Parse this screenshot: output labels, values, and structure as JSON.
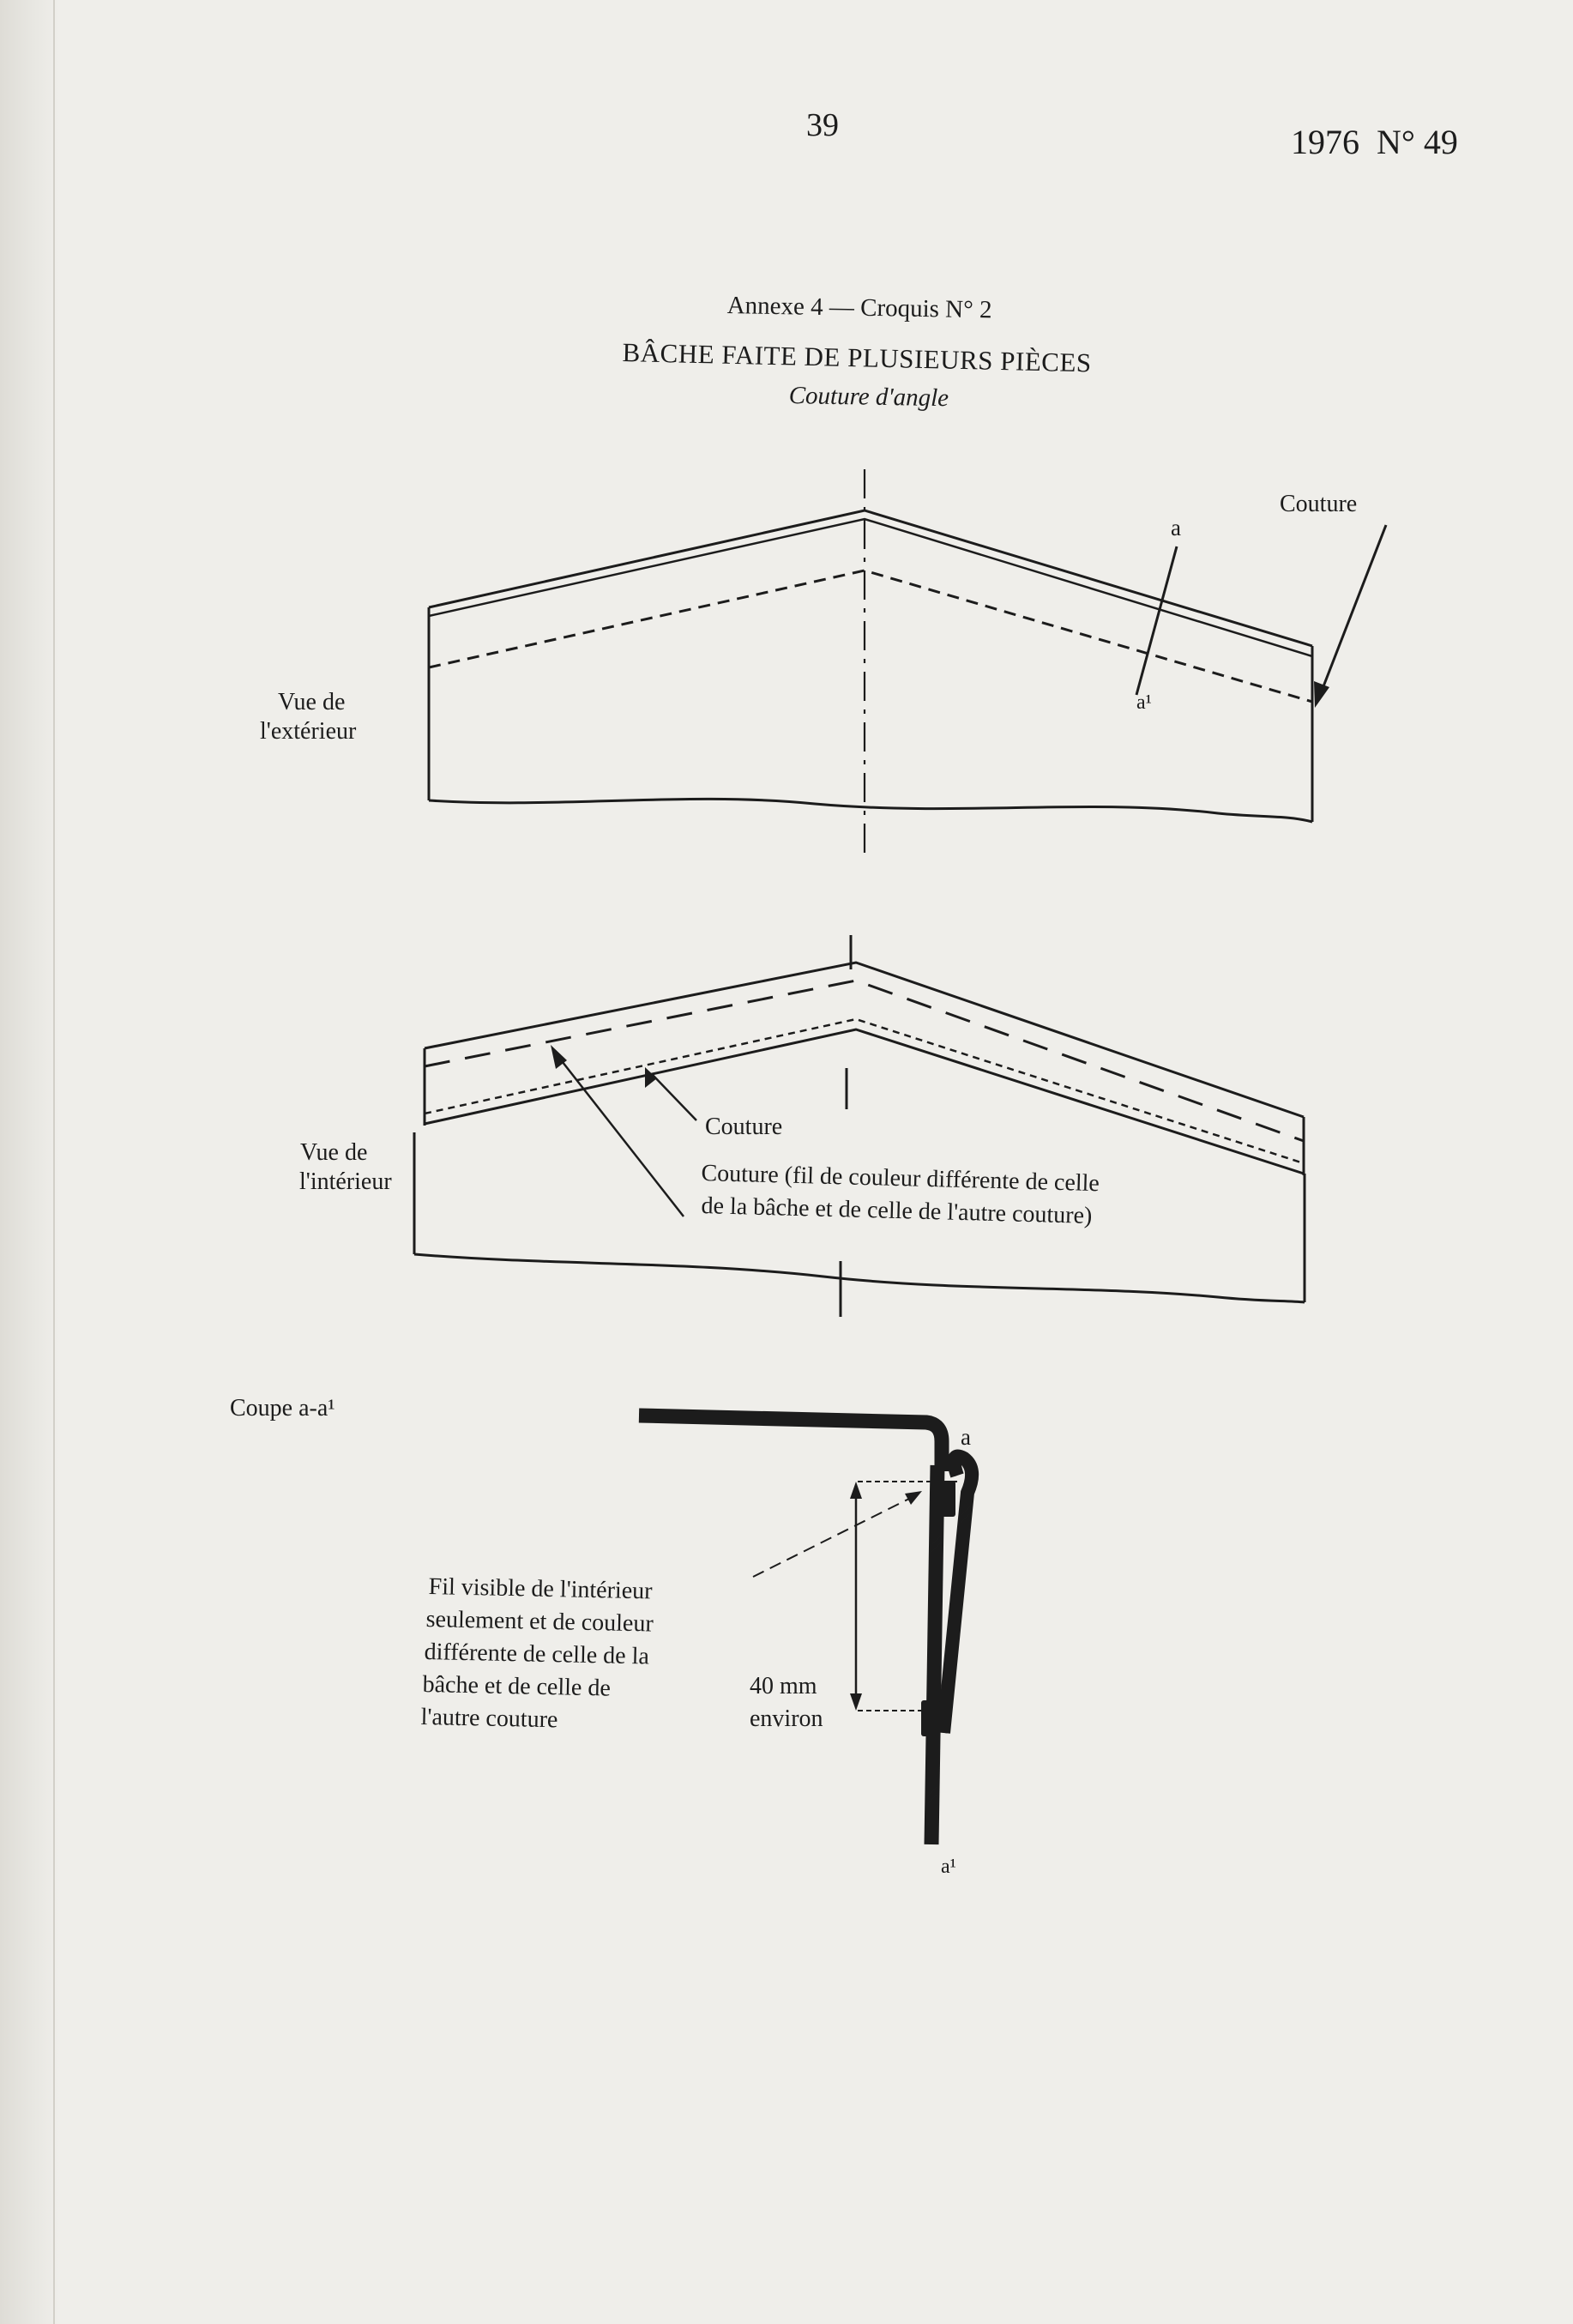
{
  "header": {
    "page_number": "39",
    "issue": "1976  N° 49"
  },
  "figure": {
    "annex": "Annexe 4 — Croquis N° 2",
    "title": "BÂCHE FAITE DE PLUSIEURS PIÈCES",
    "subtitle": "Couture d'angle"
  },
  "labels": {
    "outside_view_1": "Vue de",
    "outside_view_2": "l'extérieur",
    "seam_top": "Couture",
    "a_top": "a",
    "a1_top": "a¹",
    "inside_view_1": "Vue de",
    "inside_view_2": "l'intérieur",
    "seam_inside": "Couture",
    "seam_colored_1": "Couture (fil de couleur différente de celle",
    "seam_colored_2": "de la bâche et de celle de l'autre couture)",
    "section": "Coupe a-a¹",
    "a_section": "a",
    "a1_section": "a¹",
    "thread_note_1": "Fil visible de l'intérieur",
    "thread_note_2": "seulement et de couleur",
    "thread_note_3": "différente de celle de la",
    "thread_note_4": "bâche et de celle de",
    "thread_note_5": "l'autre couture",
    "dimension_1": "40 mm",
    "dimension_2": "environ"
  }
}
